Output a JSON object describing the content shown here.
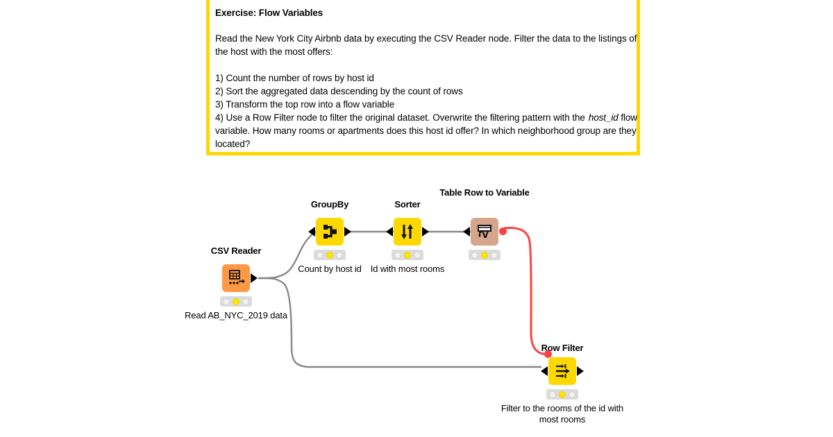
{
  "exercise": {
    "title": "Exercise: Flow Variables",
    "intro": "Read the New York City Airbnb data by executing the CSV Reader node. Filter the data to the listings of the host with the most offers:",
    "step1": "1) Count the number of rows by host id",
    "step2": "2) Sort the aggregated data descending by the count of rows",
    "step3": "3) Transform the top row into a flow variable",
    "step4_a": "4) Use a Row Filter node to filter the original dataset. Overwrite the filtering pattern with the",
    "step4_var": "host_id",
    "step4_b": "flow variable. How many rooms or apartments does this host id offer? In which neighborhood group are they located?",
    "border_color": "#FFD700"
  },
  "workflow": {
    "nodes": [
      {
        "id": "csv-reader",
        "title": "CSV Reader",
        "caption": "Read AB_NYC_2019 data",
        "color": "#FF9944",
        "icon": "table-arrow-icon",
        "status": [
          "off",
          "on",
          "off"
        ]
      },
      {
        "id": "groupby",
        "title": "GroupBy",
        "caption": "Count by host id",
        "color": "#FFD800",
        "icon": "group-merge-icon",
        "status": [
          "off",
          "on",
          "off"
        ]
      },
      {
        "id": "sorter",
        "title": "Sorter",
        "caption": "Id with most rooms",
        "color": "#FFD800",
        "icon": "sort-arrows-icon",
        "status": [
          "off",
          "on",
          "off"
        ]
      },
      {
        "id": "table-row-to-variable",
        "title": "Table Row to Variable",
        "caption": "",
        "color": "#D7A58B",
        "icon": "row-to-variable-icon",
        "status": [
          "off",
          "on",
          "off"
        ]
      },
      {
        "id": "row-filter",
        "title": "Row Filter",
        "caption": "Filter to the rooms of the id with most rooms",
        "color": "#FFD800",
        "icon": "row-filter-icon",
        "status": [
          "off",
          "on",
          "off"
        ]
      }
    ],
    "connection_colors": {
      "data": "#888888",
      "variable": "#FF4040"
    }
  }
}
